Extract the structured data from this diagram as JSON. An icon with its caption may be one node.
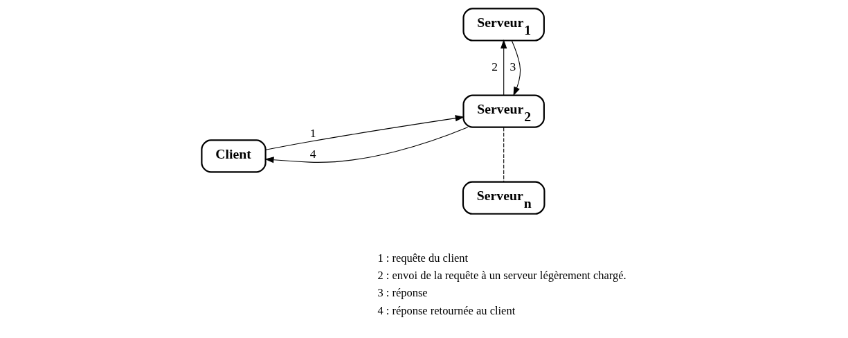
{
  "diagram": {
    "nodes": [
      {
        "text": [
          "Client"
        ]
      },
      {
        "text": [
          "Serveur$_{1}$"
        ]
      },
      {
        "text": [
          "Serveur$_{2}$"
        ]
      },
      {
        "text": [
          "Serveur$_{n}$"
        ]
      }
    ],
    "edges": [
      {
        "from": 0,
        "to": 2,
        "arrow": "to",
        "label": "1"
      },
      {
        "from": 2,
        "to": 0,
        "arrow": "to",
        "label": "4"
      },
      {
        "from": 2,
        "to": 1,
        "arrow": "to",
        "label": "2"
      },
      {
        "from": 1,
        "to": 2,
        "arrow": "to",
        "label": "3"
      },
      {
        "from": 2,
        "to": 3,
        "arrow": "none",
        "style": "dashed"
      }
    ],
    "labels": [
      "1 : requête du client",
      "2 : envoi de la requête à un serveur légèrement chargé.",
      "3 : réponse",
      "4 : réponse retournée au client"
    ]
  }
}
